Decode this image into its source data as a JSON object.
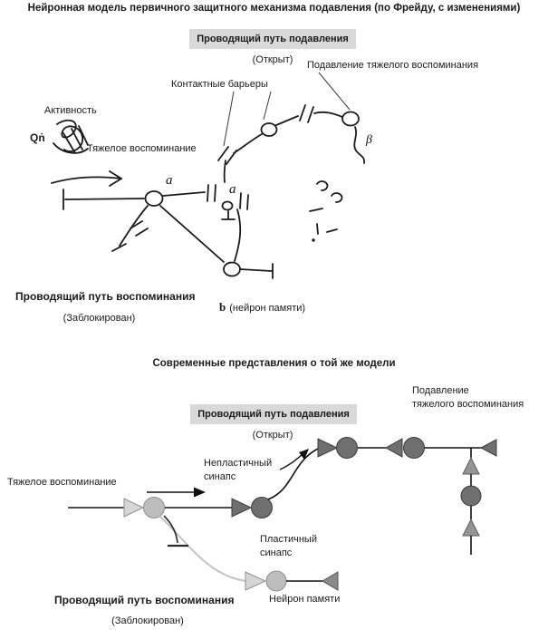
{
  "page": {
    "title": "Нейронная модель первичного защитного механизма подавления (по Фрейду, с изменениями)"
  },
  "colors": {
    "label_box_bg": "#d9d9d9",
    "dark_neuron": "#6f6f6f",
    "light_neuron": "#bdbdbd",
    "blocked_path": "#c3c3c3",
    "ink": "#1a1a1a"
  },
  "freud_diagram": {
    "repression_path_label": "Проводящий путь подавления",
    "repression_state": "(Открыт)",
    "suppression_label": "Подавление тяжелого воспоминания",
    "contact_barriers_label": "Контактные барьеры",
    "activity_label": "Активность",
    "qn_symbol": "Qṅ",
    "heavy_memory_label": "Тяжелое воспоминание",
    "memory_path_label": "Проводящий путь воспоминания",
    "memory_state": "(Заблокирован)",
    "memory_neuron_prefix": "b",
    "memory_neuron_label": "(нейрон памяти)",
    "glyphs": {
      "a_upper": "a",
      "a_mid": "a",
      "beta": "β"
    }
  },
  "modern_diagram": {
    "section_title": "Современные представления о той же модели",
    "suppression_line1": "Подавление",
    "suppression_line2": "тяжелого воспоминания",
    "repression_path_label": "Проводящий путь подавления",
    "repression_state": "(Открыт)",
    "nonplastic_line1": "Непластичный",
    "nonplastic_line2": "синапс",
    "heavy_memory_label": "Тяжелое воспоминание",
    "plastic_line1": "Пластичный",
    "plastic_line2": "синапс",
    "memory_neuron_label": "Нейрон памяти",
    "memory_path_label": "Проводящий путь воспоминания",
    "memory_state": "(Заблокирован)"
  }
}
